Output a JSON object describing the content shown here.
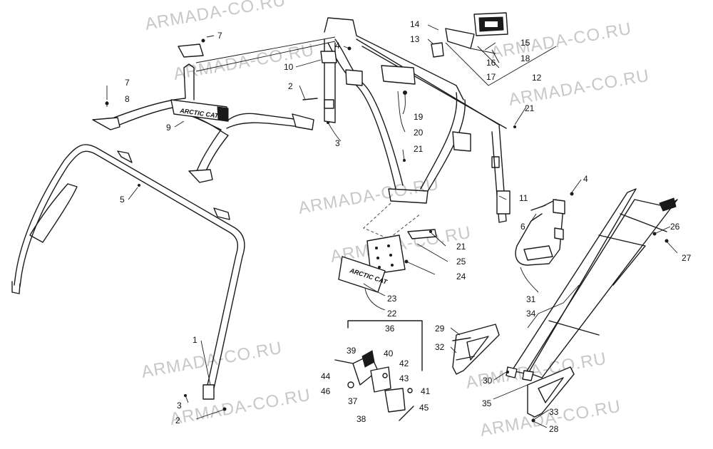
{
  "watermark": "ARMADA-CO.RU",
  "logo_text": "ARCTIC CAT",
  "callouts": [
    "1",
    "2",
    "3",
    "4",
    "5",
    "6",
    "7",
    "8",
    "9",
    "10",
    "11",
    "12",
    "13",
    "14",
    "15",
    "16",
    "17",
    "18",
    "19",
    "20",
    "21",
    "22",
    "23",
    "24",
    "25",
    "26",
    "27",
    "28",
    "29",
    "30",
    "31",
    "32",
    "33",
    "34",
    "35",
    "36",
    "37",
    "38",
    "39",
    "40",
    "41",
    "42",
    "43",
    "44",
    "45",
    "46"
  ]
}
